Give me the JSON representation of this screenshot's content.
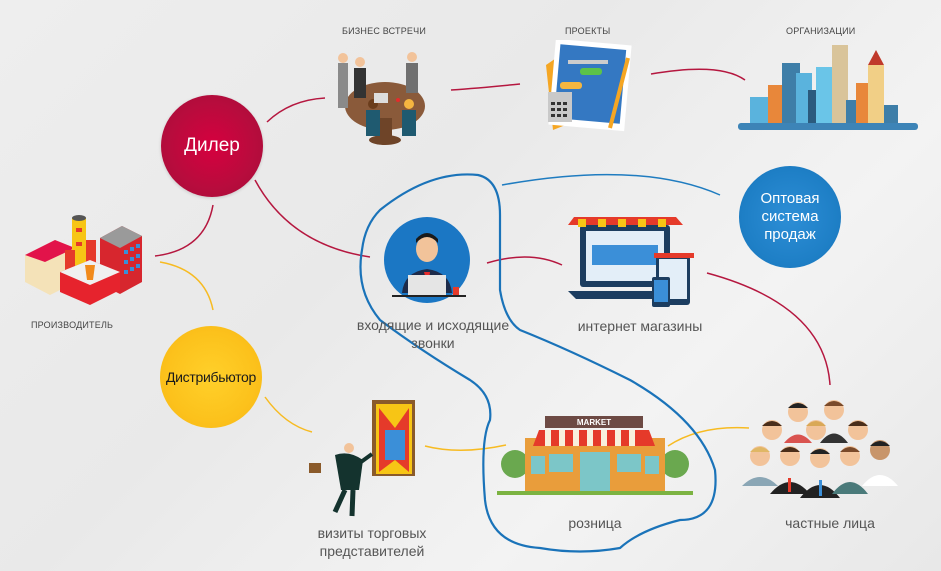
{
  "diagram": {
    "hubs": {
      "dealer": {
        "label": "Дилер",
        "color": "#b70c3d"
      },
      "distributor": {
        "label": "Дистрибьютор",
        "color": "#fcc21c"
      },
      "wholesale": {
        "label_lines": [
          "Оптовая",
          "система",
          "продаж"
        ],
        "color": "#1e7fc6"
      }
    },
    "nodes": {
      "producer": {
        "label": "ПРОИЗВОДИТЕЛЬ",
        "icon": "factory-icon"
      },
      "business_meetings": {
        "label": "БИЗНЕС ВСТРЕЧИ",
        "icon": "meeting-table-icon"
      },
      "projects": {
        "label": "ПРОЕКТЫ",
        "icon": "blueprint-icon"
      },
      "organizations": {
        "label": "ОРГАНИЗАЦИИ",
        "icon": "city-skyline-icon"
      },
      "calls": {
        "label_lines": [
          "входящие и исходящие",
          "звонки"
        ],
        "icon": "call-operator-icon"
      },
      "online_stores": {
        "label": "интернет магазины",
        "icon": "online-store-icon"
      },
      "sales_visits": {
        "label_lines": [
          "визиты торговых",
          "представителей"
        ],
        "icon": "sales-rep-door-icon"
      },
      "retail": {
        "label": "розница",
        "icon": "market-store-icon",
        "sign": "MARKET"
      },
      "individuals": {
        "label": "частные лица",
        "icon": "people-group-icon"
      }
    },
    "connector_colors": {
      "dealer": "#b5173f",
      "distributor": "#f7bb22",
      "wholesale": "#1f7cc0"
    }
  }
}
